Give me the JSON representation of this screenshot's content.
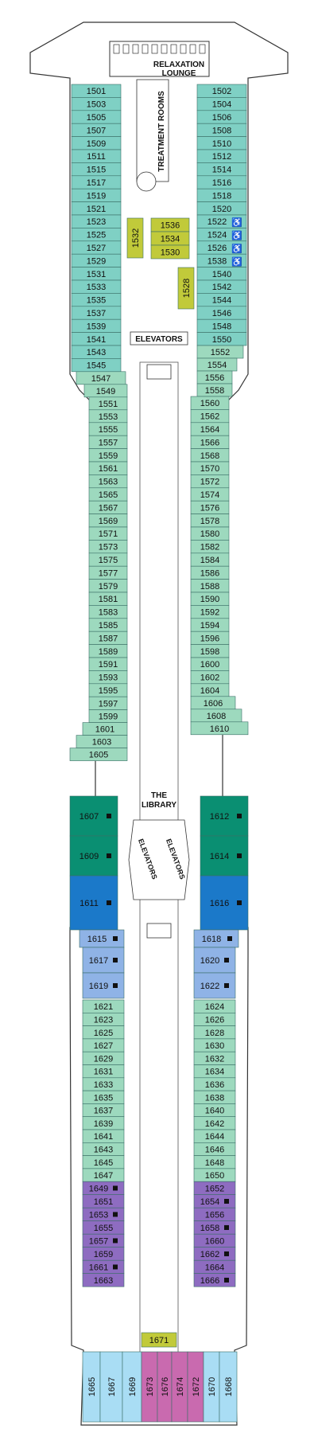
{
  "colors": {
    "hull_stroke": "#333333",
    "teal": "#7fd0c4",
    "mint": "#9dd9be",
    "green": "#0a8f72",
    "blue": "#1b79c9",
    "light_blue": "#8fb3e6",
    "purple": "#8e6cc1",
    "sky": "#a9ddf4",
    "magenta": "#c96aaf",
    "olive": "#c1ca3a",
    "walkway": "#ffffff"
  },
  "labels": {
    "relaxation_lounge": [
      "RELAXATION",
      "LOUNGE"
    ],
    "treatment_rooms": "TREATMENT ROOMS",
    "elevators_top": "ELEVATORS",
    "library": [
      "THE",
      "LIBRARY"
    ],
    "elevators_left": "ELEVATORS",
    "elevators_right": "ELEVATORS"
  },
  "left_column": {
    "teal": [
      "1501",
      "1503",
      "1505",
      "1507",
      "1509",
      "1511",
      "1515",
      "1517",
      "1519",
      "1521",
      "1523",
      "1525",
      "1527",
      "1529",
      "1531",
      "1533",
      "1535",
      "1537",
      "1539",
      "1541",
      "1543",
      "1545"
    ],
    "mint_taper": [
      "1547",
      "1549",
      "1551",
      "1553"
    ],
    "mint": [
      "1555",
      "1557",
      "1559",
      "1561",
      "1563",
      "1565",
      "1567",
      "1569",
      "1571",
      "1573",
      "1575",
      "1577",
      "1579",
      "1581",
      "1583",
      "1585",
      "1587",
      "1589",
      "1591",
      "1593",
      "1595",
      "1597"
    ],
    "mint_widen": [
      "1599",
      "1601",
      "1603",
      "1605"
    ],
    "green": [
      "1607",
      "1609"
    ],
    "blue": [
      "1611"
    ],
    "light_blue": [
      "1615",
      "1617",
      "1619"
    ],
    "mint_aft": [
      "1621",
      "1623",
      "1625",
      "1627",
      "1629",
      "1631",
      "1633",
      "1635",
      "1637",
      "1639",
      "1641",
      "1643",
      "1645",
      "1647"
    ],
    "purple": [
      "1649",
      "1651",
      "1653",
      "1655",
      "1657",
      "1659",
      "1661",
      "1663"
    ]
  },
  "right_column": {
    "teal": [
      "1502",
      "1504",
      "1506",
      "1508",
      "1510",
      "1512",
      "1514",
      "1516",
      "1518",
      "1520",
      "1522",
      "1524",
      "1526",
      "1538",
      "1540",
      "1542",
      "1544",
      "1546",
      "1548",
      "1550"
    ],
    "mint_taper": [
      "1552",
      "1554",
      "1556",
      "1558"
    ],
    "mint": [
      "1560",
      "1562",
      "1564",
      "1566",
      "1568",
      "1570",
      "1572",
      "1574",
      "1576",
      "1578",
      "1580",
      "1582",
      "1584",
      "1586",
      "1588",
      "1590",
      "1592",
      "1594",
      "1596",
      "1598",
      "1600",
      "1602"
    ],
    "mint_widen": [
      "1604",
      "1606",
      "1608",
      "1610"
    ],
    "green": [
      "1612",
      "1614"
    ],
    "blue": [
      "1616"
    ],
    "light_blue": [
      "1618",
      "1620",
      "1622"
    ],
    "mint_aft": [
      "1624",
      "1626",
      "1628",
      "1630",
      "1632",
      "1634",
      "1636",
      "1638",
      "1640",
      "1642",
      "1644",
      "1646",
      "1648",
      "1650"
    ],
    "purple": [
      "1652",
      "1654",
      "1656",
      "1658",
      "1660",
      "1662",
      "1664",
      "1666"
    ]
  },
  "accessible_cabins": [
    "1522",
    "1524",
    "1526",
    "1538"
  ],
  "square_marked_cabins": [
    "1607",
    "1609",
    "1611",
    "1612",
    "1614",
    "1616",
    "1615",
    "1617",
    "1619",
    "1618",
    "1620",
    "1622",
    "1649",
    "1653",
    "1657",
    "1661",
    "1654",
    "1658",
    "1662",
    "1666"
  ],
  "olive_cabins": [
    "1536",
    "1534",
    "1530",
    "1532",
    "1528",
    "1671"
  ],
  "aft_stern": [
    "1665",
    "1667",
    "1669",
    "1673",
    "1676",
    "1674",
    "1672",
    "1670",
    "1668"
  ]
}
